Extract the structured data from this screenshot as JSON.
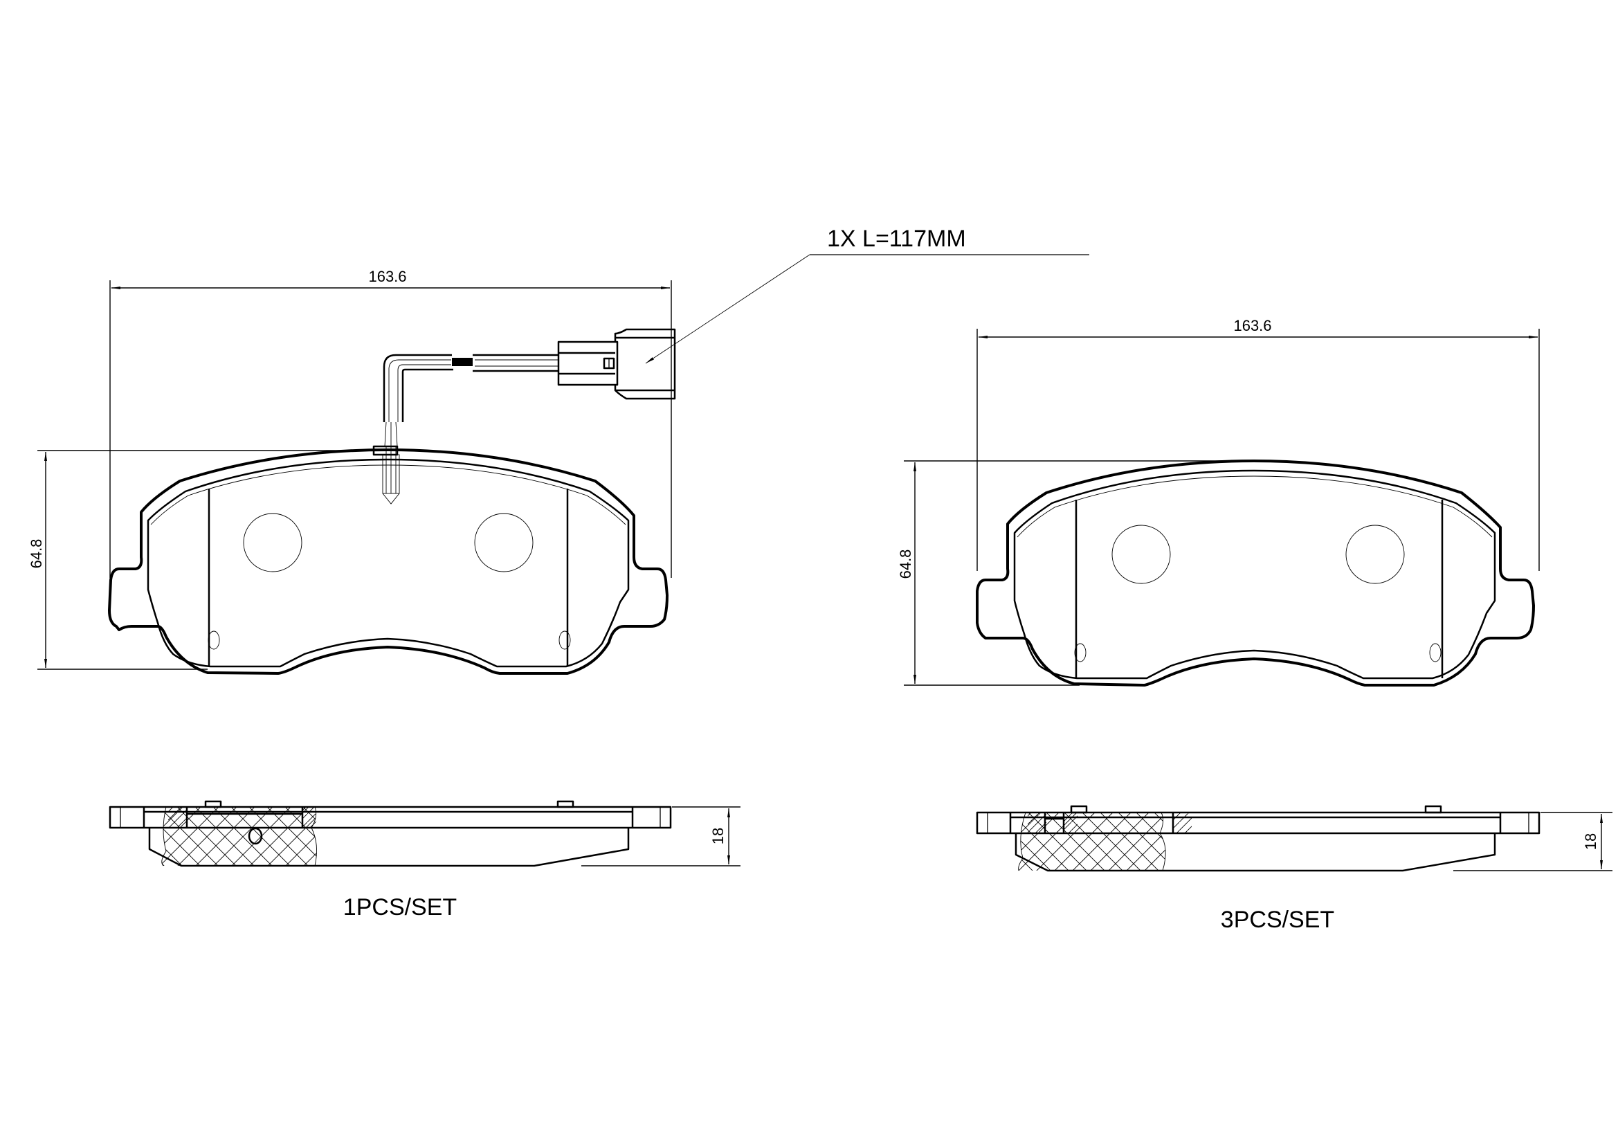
{
  "drawing": {
    "title": "Brake pad set technical drawing",
    "line_color": "#000000",
    "background": "#ffffff"
  },
  "left_pad": {
    "width_dimension": "163.6",
    "height_dimension": "64.8",
    "thickness_dimension": "18",
    "set_label": "1PCS/SET",
    "has_wear_sensor": true
  },
  "wear_sensor": {
    "callout": "1X L=117MM"
  },
  "right_pad": {
    "width_dimension": "163.6",
    "height_dimension": "64.8",
    "thickness_dimension": "18",
    "set_label": "3PCS/SET",
    "has_wear_sensor": false
  }
}
